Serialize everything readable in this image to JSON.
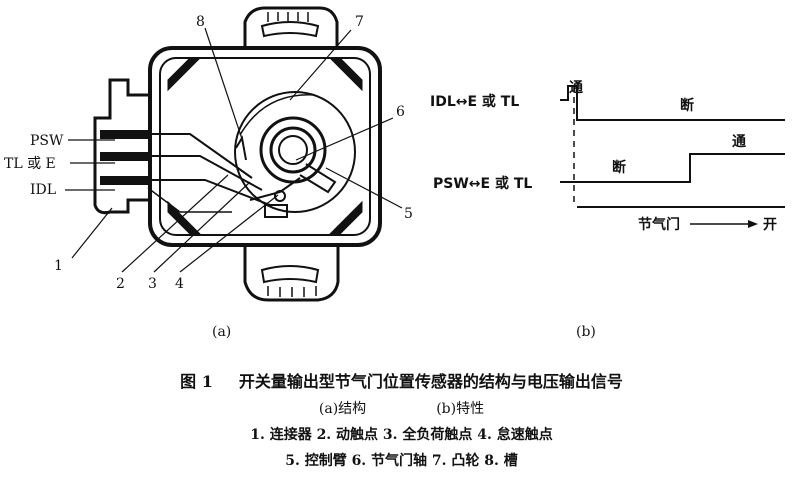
{
  "diagram_a": {
    "callouts": [
      "8",
      "7",
      "6",
      "5",
      "4",
      "3",
      "2",
      "1"
    ],
    "wire_labels": [
      "PSW",
      "TL 或 E",
      "IDL"
    ],
    "panel_label": "(a)"
  },
  "diagram_b": {
    "idl_label": "IDL↔E 或 TL",
    "psw_label": "PSW↔E 或 TL",
    "idl_on": "通",
    "idl_off": "断",
    "psw_off": "断",
    "psw_on": "通",
    "axis_label": "节气门",
    "axis_end": "开",
    "panel_label": "(b)"
  },
  "caption": {
    "fig_num": "图 1",
    "title": "开关量输出型节气门位置传感器的结构与电压输出信号",
    "sub_a": "(a)结构",
    "sub_b": "(b)特性",
    "legend_line1": "1. 连接器  2. 动触点  3. 全负荷触点  4. 怠速触点",
    "legend_line2": "5. 控制臂  6. 节气门轴  7. 凸轮  8. 槽"
  }
}
